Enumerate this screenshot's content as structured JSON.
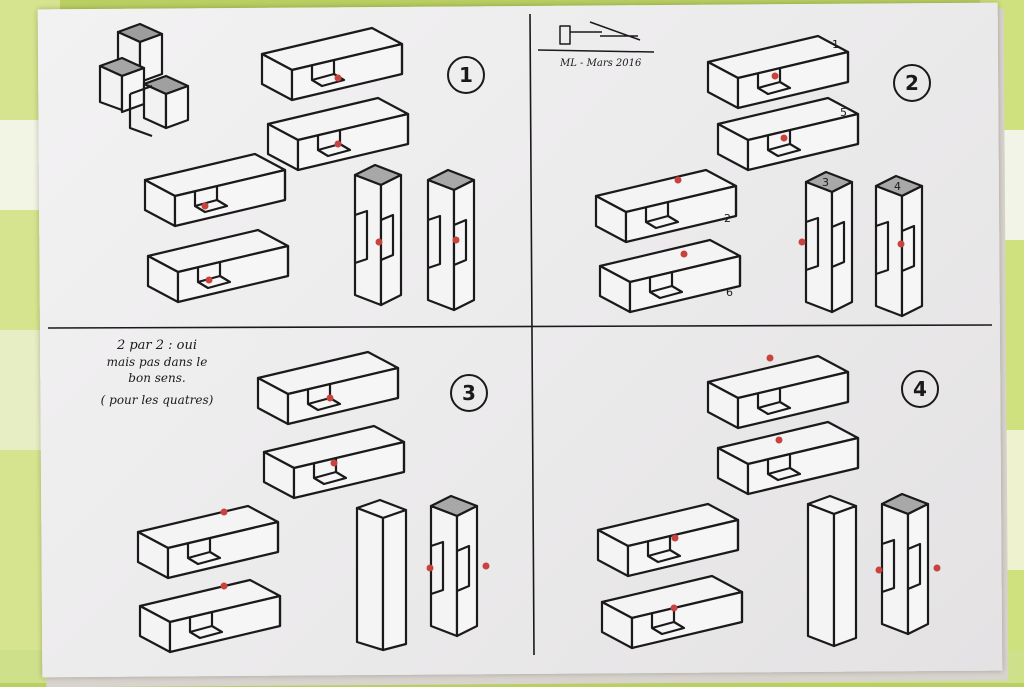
{
  "panels": [
    {
      "number": "1"
    },
    {
      "number": "2",
      "piece_labels": [
        "1",
        "5",
        "2",
        "6",
        "3",
        "4"
      ]
    },
    {
      "number": "3",
      "note_lines": [
        "2 par 2 : oui",
        "mais pas dans le",
        "bon sens.",
        "( pour les quatres)"
      ]
    },
    {
      "number": "4"
    }
  ],
  "signature": "ML - Mars 2016",
  "colors": {
    "paper": "#ecebec",
    "ink": "#1a1a1a",
    "marker": "#c8423e",
    "background": "#b9cf62"
  }
}
